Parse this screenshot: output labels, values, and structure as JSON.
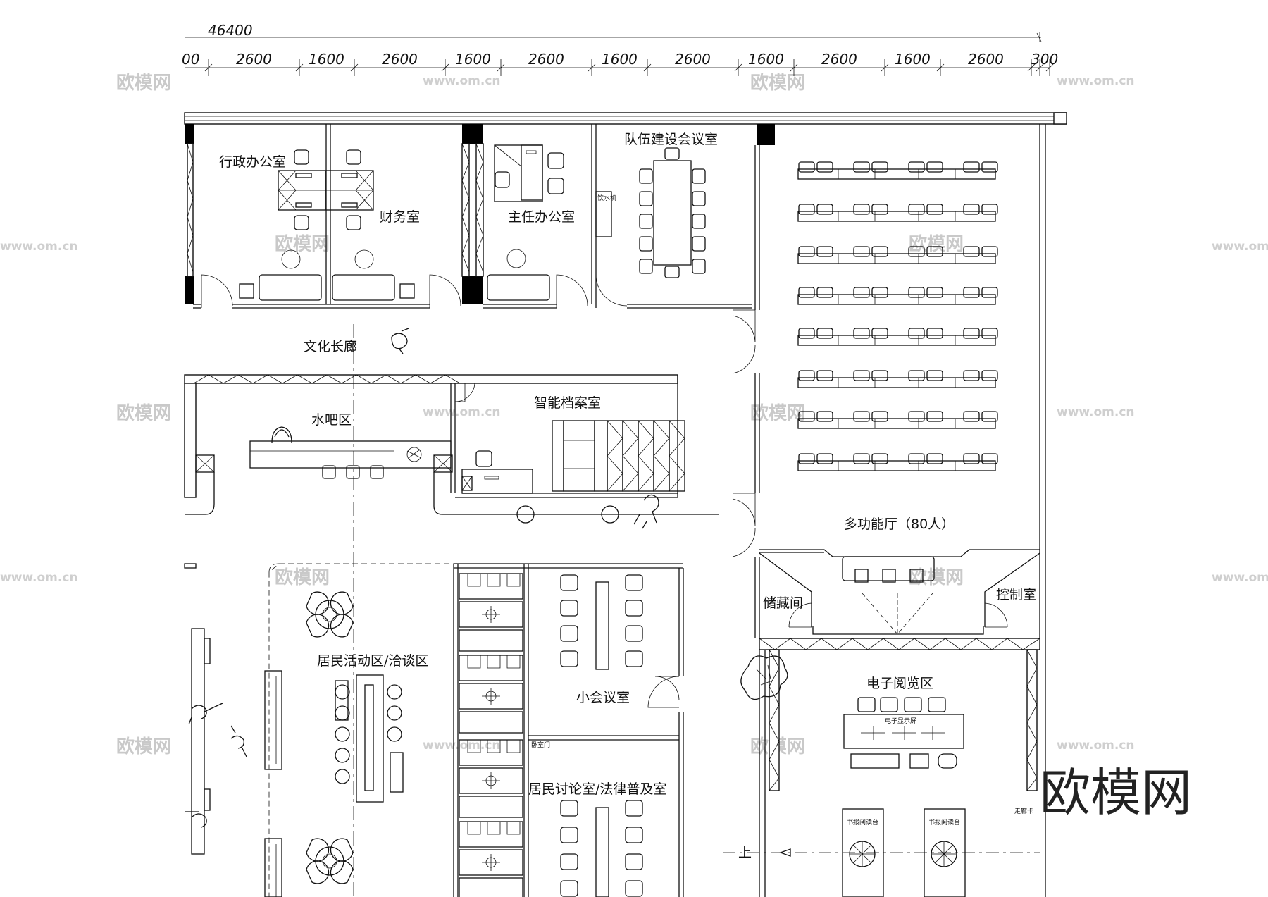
{
  "overall_dimension": "46400",
  "dimension_segments": [
    "00",
    "2600",
    "1600",
    "2600",
    "1600",
    "2600",
    "1600",
    "2600",
    "1600",
    "2600",
    "1600",
    "2600",
    "300"
  ],
  "rooms": {
    "admin_office": "行政办公室",
    "finance_room": "财务室",
    "director_office": "主任办公室",
    "team_meeting": "队伍建设会议室",
    "multi_hall": "多功能厅（80人）",
    "corridor": "文化长廊",
    "water_bar": "水吧区",
    "archive_room": "智能档案室",
    "activity_zone": "居民活动区/洽谈区",
    "small_meeting": "小会议室",
    "discussion_room": "居民讨论室/法律普及室",
    "storage": "储藏间",
    "control_room": "控制室",
    "e_reading": "电子阅览区"
  },
  "small_labels": {
    "water_dispenser": "饮水机",
    "e_display": "电子显示屏",
    "book_shelf_1": "书报阅读台",
    "book_shelf_2": "书报阅读台",
    "stair_up": "上",
    "door_label": "卧室门",
    "side_note": "走廊卡"
  },
  "watermarks": {
    "brand": "欧模网",
    "url": "www.om.cn"
  },
  "colors": {
    "line": "#111111",
    "watermark": "#c9c9c9"
  }
}
